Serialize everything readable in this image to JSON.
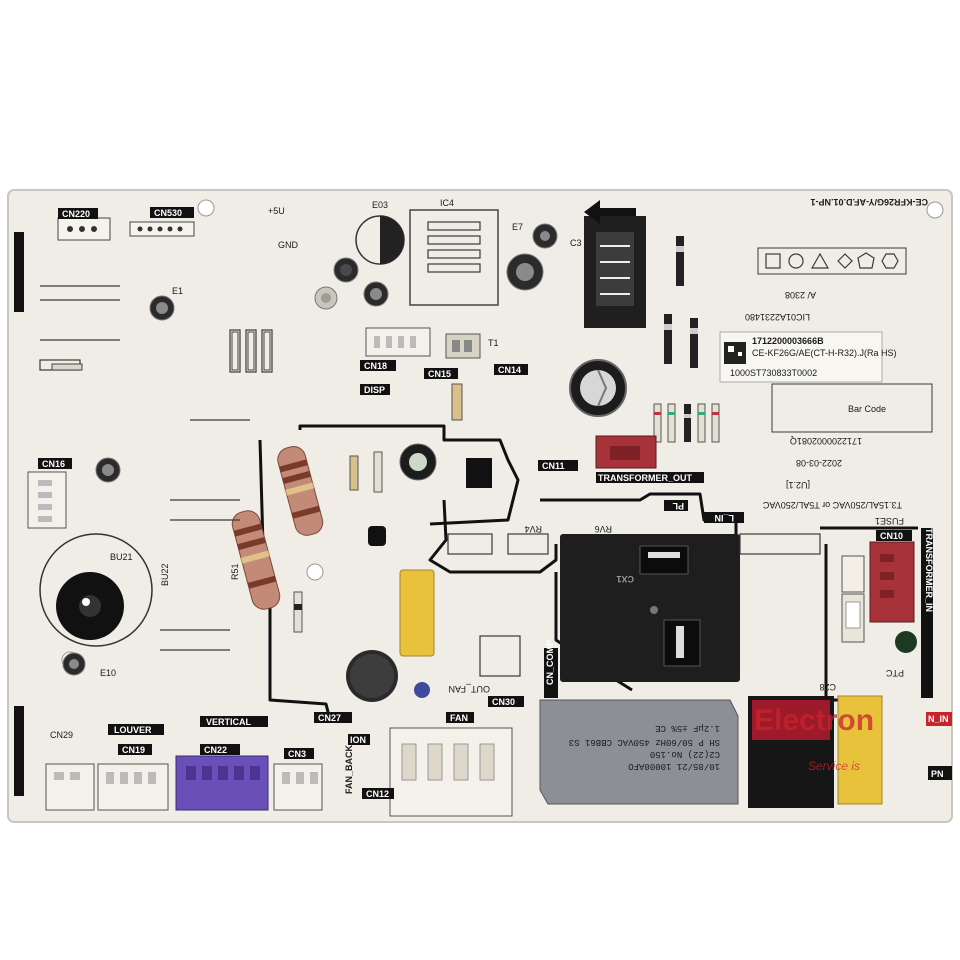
{
  "board": {
    "model": "CE-KFR26G/Y-AF.D.01.NP-1",
    "colors": {
      "substrate": "#efede6",
      "silk": "#3a3a3a",
      "relay": "#1e1e1e",
      "header_white": "#f4f1ea",
      "header_purple": "#6a4fb8",
      "header_red": "#a8323a",
      "cap_yellow": "#e8c23a",
      "capacitor_grey": "#8d8f96",
      "watermark_red": "#c8242c"
    }
  },
  "labels": {
    "cn220": "CN220",
    "cn530": "CN530",
    "plus5v": "+5U",
    "gnd": "GND",
    "ic4": "IC4",
    "e03": "E03",
    "e7": "E7",
    "c3": "C3",
    "cn16": "CN16",
    "cn18": "CN18",
    "disp": "DISP",
    "cn15": "CN15",
    "t1": "T1",
    "cn14": "CN14",
    "cn11": "CN11",
    "transformer_out": "TRANSFORMER_OUT",
    "e1": "E1",
    "bu21": "BU21",
    "bu22": "BU22",
    "e10": "E10",
    "cn29": "CN29",
    "cn19": "CN19",
    "louver": "LOUVER",
    "cn22": "CN22",
    "vertical": "VERTICAL",
    "cn3": "CN3",
    "fan_back": "FAN_BACK",
    "cn27": "CN27",
    "ion": "ION",
    "cn12": "CN12",
    "fan": "FAN",
    "cn30": "CN30",
    "cn_comp": "CN_COMP",
    "out_fan": "OUT_FAN",
    "r51": "R51",
    "rv6": "RV6",
    "rv4": "RV4",
    "cx1": "CX1",
    "l_in": "L_IN",
    "pl": "PL",
    "fuse1": "FUSE1",
    "fuse_rating": "T3.15AL/250VAC or T5AL/250VAC",
    "cn10": "CN10",
    "transformer_in": "TRANSFORMER_IN",
    "ptc": "PTC",
    "c28": "C28",
    "n_in": "N_IN",
    "pn": "PN",
    "serial": "1712200003666B",
    "model_sticker": "CE-KF26G/AE(CT-H-R32).J(Ra HS)",
    "sticker_code": "1000ST730833T0002",
    "lot": "LIC01A2231480",
    "date_code": "A/ 2308",
    "barcode": "Bar Code",
    "serial2": "1712200002081Q",
    "date": "2022-03-08",
    "rev": "[U2.1]",
    "cap_text_line1": "10/85/21 10000AFO",
    "cap_text_line2": "C2(22) No.150",
    "cap_text_line3": "SH P 50/60Hz 450VAC CBB61 S3",
    "cap_text_line4": "1.2μF ±5% CE",
    "watermark": "Electron",
    "watermark_sub": "Service is"
  }
}
